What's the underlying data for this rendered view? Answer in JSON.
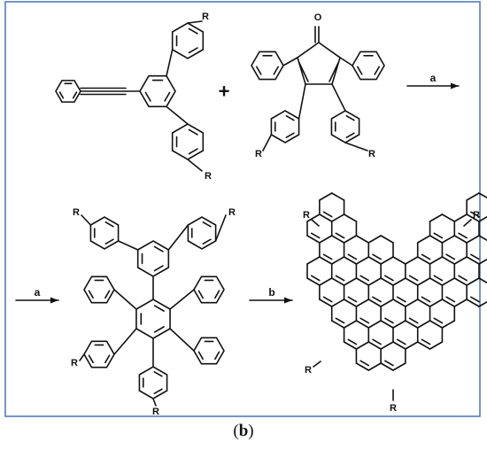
{
  "colors": {
    "frame": "#4a72b0",
    "ink": "#111111",
    "background": "#ffffff"
  },
  "scheme": {
    "plus_sign": "+",
    "substituent_label": "R",
    "carbonyl_label": "O",
    "step1_label": "a",
    "step2_label": "a",
    "step3_label": "b"
  },
  "caption": {
    "open": "(",
    "letter": "b",
    "close": ")"
  }
}
